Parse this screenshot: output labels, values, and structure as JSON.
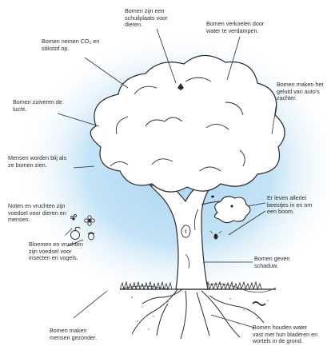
{
  "labels": {
    "shelter": [
      "Bomen zijn een",
      "schuilplaats voor",
      "dieren."
    ],
    "cooling": [
      "Bomen verkoelen door",
      "water te verdampen."
    ],
    "co2": [
      "Bomen nemen CO₂ en",
      "stikstof op."
    ],
    "noise": [
      "Bomen maken het",
      "geluid van auto's",
      "zachter."
    ],
    "purify": [
      "Bomen zuiveren de",
      "lucht."
    ],
    "happy": [
      "Mensen worden blij als",
      "ze bomen zien."
    ],
    "insects": [
      "Er leven allerlei",
      "beestjes in en om",
      "een boom."
    ],
    "nuts": [
      "Noten en vruchten zijn",
      "voedsel voor dieren en",
      "mensen."
    ],
    "flowers": [
      "Bloemen en vruchten",
      "zijn voedsel voor",
      "insecten en vogels."
    ],
    "shade": [
      "Bomen geven",
      "schaduw."
    ],
    "health": [
      "Bomen maken",
      "mensen gezonder."
    ],
    "water": [
      "Bomen houden water",
      "vast met hun bladeren en",
      "wortels in de grond."
    ]
  },
  "colors": {
    "sky": "#bfe0f5",
    "ink": "#2b2b2b",
    "canopy_fill": "#ffffff"
  }
}
